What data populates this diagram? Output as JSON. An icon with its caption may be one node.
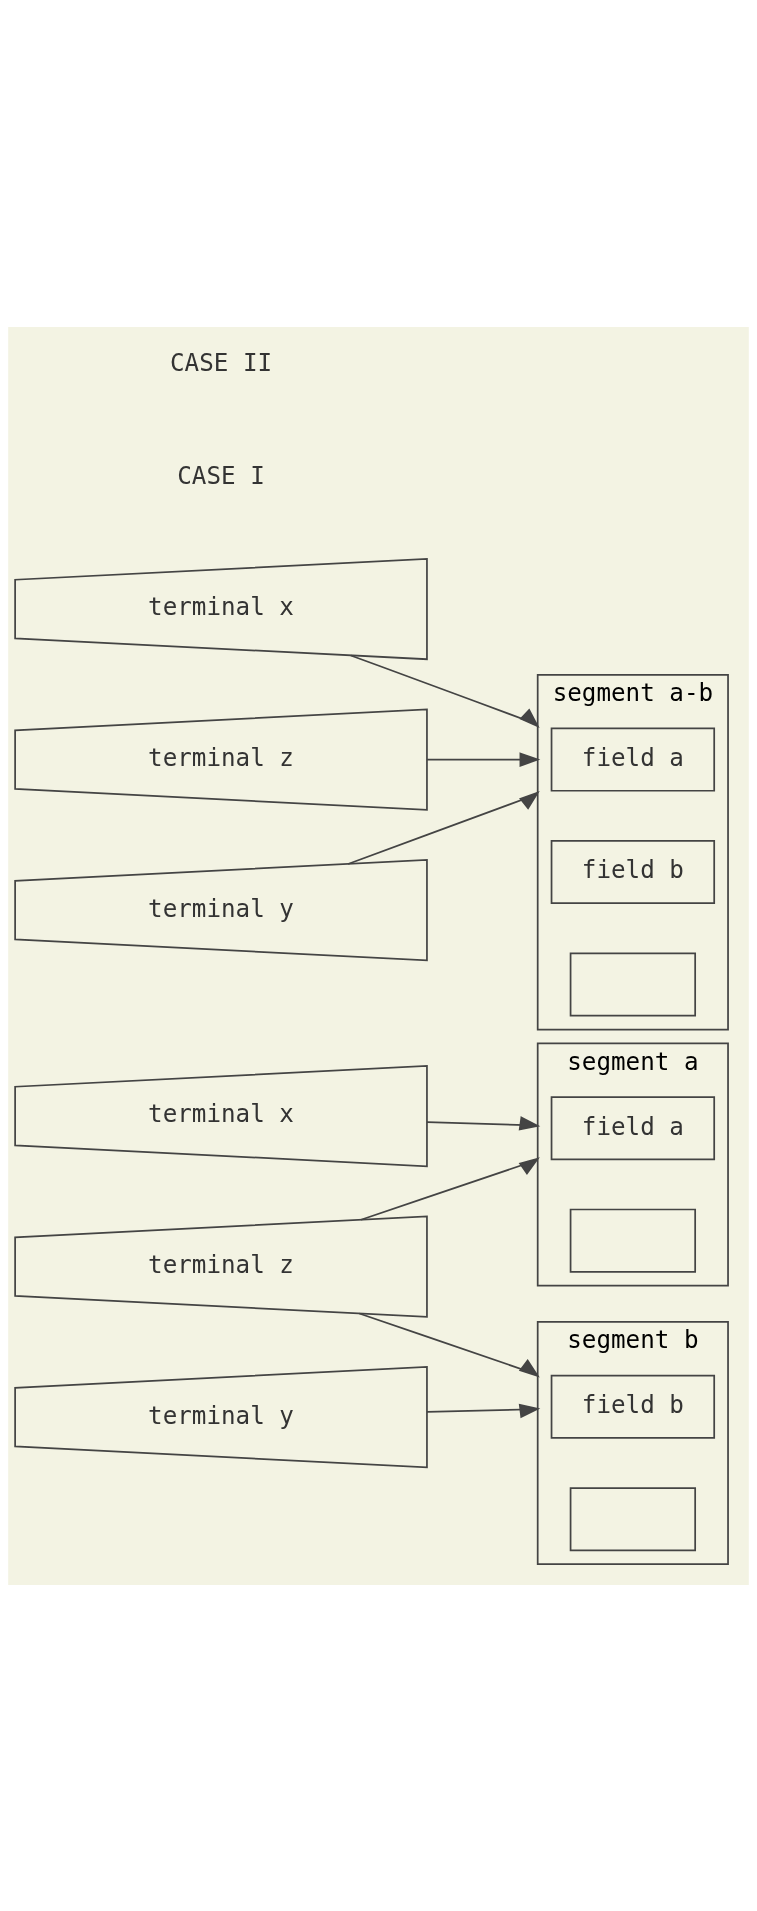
{
  "diagram": {
    "nodes": [
      {
        "text": [
          "terminal x"
        ]
      },
      {
        "text": [
          "terminal z"
        ]
      },
      {
        "text": [
          "terminal y"
        ]
      },
      {
        "text": [
          "segment a"
        ]
      },
      {
        "text": [
          "field a"
        ],
        "in": 3
      },
      {
        "text": [],
        "shape": "box",
        "in": 3
      },
      {
        "text": [
          "segment b"
        ]
      },
      {
        "text": [
          "field b"
        ],
        "in": 6
      },
      {
        "text": [],
        "shape": "box",
        "in": 6
      },
      {
        "text": [
          "terminal x"
        ]
      },
      {
        "text": [
          "terminal z"
        ]
      },
      {
        "text": [
          "terminal y"
        ]
      },
      {
        "text": [
          "segment a-b"
        ]
      },
      {
        "text": [
          "field a"
        ],
        "in": 12
      },
      {
        "text": [
          "field b"
        ],
        "in": 12
      },
      {
        "text": [],
        "shape": "box",
        "in": 12
      }
    ],
    "edges": [
      {
        "from": 0,
        "to": 3,
        "arrow": "to"
      },
      {
        "from": 1,
        "to": 3,
        "arrow": "to"
      },
      {
        "from": 1,
        "to": 6,
        "arrow": "to"
      },
      {
        "from": 2,
        "to": 6,
        "arrow": "to"
      },
      {
        "from": 9,
        "to": 12,
        "arrow": "to"
      },
      {
        "from": 10,
        "to": 12,
        "arrow": "to"
      },
      {
        "from": 11,
        "to": 12,
        "arrow": "to"
      }
    ],
    "labels": [
      "CASE I",
      "CASE II"
    ]
  }
}
